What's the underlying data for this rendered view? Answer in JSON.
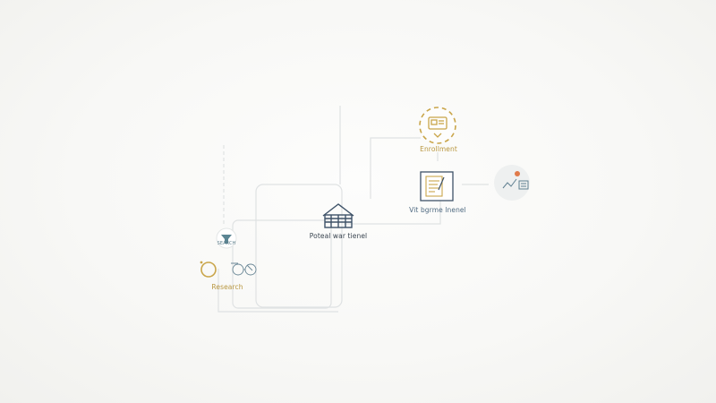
{
  "nodes": {
    "research": {
      "label": "Research"
    },
    "portal": {
      "label": "Poteal war tienel"
    },
    "enrollment": {
      "label": "Enrollment"
    },
    "vit": {
      "label": "Vit bgrme lnenel"
    },
    "badge": {
      "text": "SEARCH"
    }
  },
  "colors": {
    "gold": "#c9a54a",
    "slate": "#3e5268",
    "teal": "#4f7a8a",
    "line": "#dcdfe0",
    "accent": "#e07a4a"
  }
}
